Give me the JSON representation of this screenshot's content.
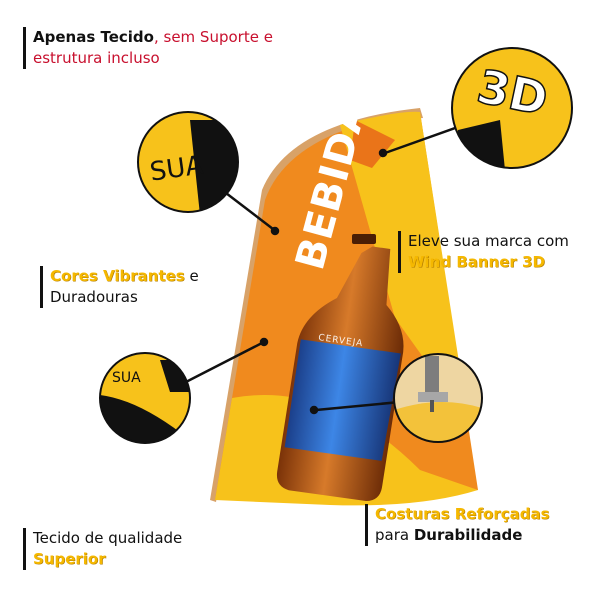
{
  "callouts": {
    "top_left": {
      "bold": "Apenas Tecido",
      "rest_line1": ", sem Suporte e",
      "line2": "estrutura incluso"
    },
    "right_middle": {
      "line1": "Eleve sua marca com",
      "highlight": "Wind Banner 3D"
    },
    "left_middle": {
      "highlight": "Cores Vibrantes",
      "rest_line1": " e",
      "line2": "Duradouras"
    },
    "bottom_left": {
      "line1": "Tecido de qualidade",
      "highlight": "Superior"
    },
    "bottom_right": {
      "highlight": "Costuras Reforçadas",
      "line2_prefix": "para ",
      "line2_bold": "Durabilidade"
    }
  },
  "banner": {
    "text": "BEBIDAS",
    "bottle_label": "CERVEJA",
    "zoom_partial_1": "SUA",
    "zoom_partial_2": "3D",
    "zoom_partial_3": "SUA"
  },
  "colors": {
    "orange": "#f08a1e",
    "yellow": "#f7c21b",
    "accent_yellow": "#f5b800",
    "accent_red": "#c8102e",
    "bottle_blue": "#2f6fd0",
    "bottle_amber": "#c8621a"
  }
}
